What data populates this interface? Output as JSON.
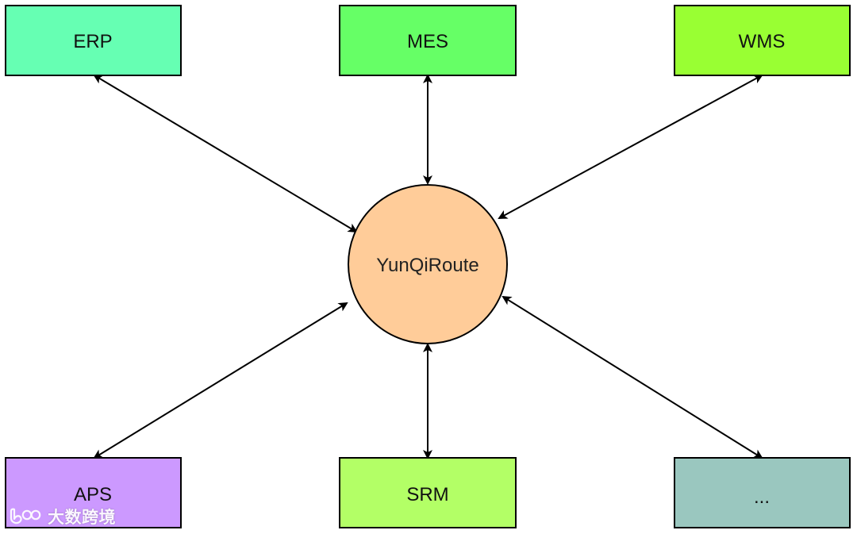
{
  "diagram": {
    "center": {
      "label": "YunQiRoute",
      "fill": "#FFCC99"
    },
    "nodes": [
      {
        "label": "ERP",
        "fill": "#66FFB3"
      },
      {
        "label": "MES",
        "fill": "#66FF66"
      },
      {
        "label": "WMS",
        "fill": "#99FF33"
      },
      {
        "label": "APS",
        "fill": "#CC99FF"
      },
      {
        "label": "SRM",
        "fill": "#B3FF66"
      },
      {
        "label": "...",
        "fill": "#9AC7BF"
      }
    ],
    "edge_color": "#000000",
    "edge_style": "bidirectional-arrow"
  },
  "watermark": {
    "text": "大数跨境",
    "icon": "bao-logo-icon"
  }
}
